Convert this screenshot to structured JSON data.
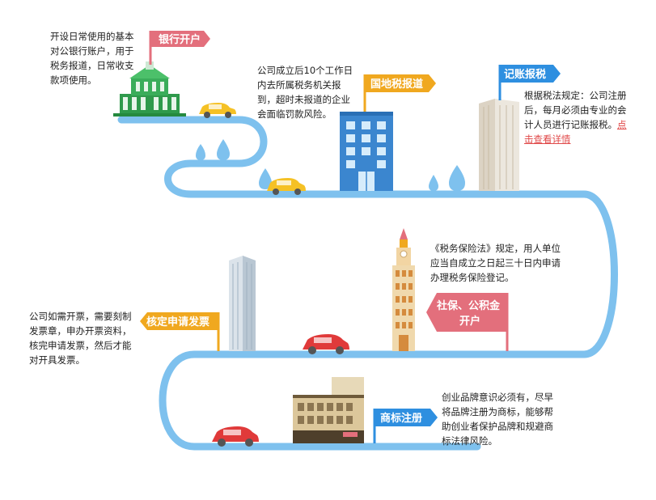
{
  "steps": [
    {
      "title": "银行开户",
      "desc": "开设日常使用的基本对公银行账户，用于税务报道，日常收支款项使用。"
    },
    {
      "title": "国地税报道",
      "desc": "公司成立后10个工作日内去所属税务机关报到，超时未报道的企业会面临罚款风险。"
    },
    {
      "title": "记账报税",
      "desc": "根据税法规定：公司注册后，每月必须由专业的会计人员进行记账报税。",
      "link": "点击查看详情"
    },
    {
      "title_line1": "社保、公积金",
      "title_line2": "开户",
      "desc": "《税务保险法》规定，用人单位应当自成立之日起三十日内申请办理税务保险登记。"
    },
    {
      "title": "核定申请发票",
      "desc": "公司如需开票，需要刻制发票章，申办开票资料，核完申请发票，然后才能对开具发票。"
    },
    {
      "title": "商标注册",
      "desc": "创业品牌意识必须有，尽早将品牌注册为商标，能够帮助创业者保护品牌和规避商标法律风险。"
    }
  ],
  "colors": {
    "road": "#7ec1ee",
    "flag_pink": "#e36f7c",
    "flag_orange": "#f0a81f",
    "flag_blue": "#2e8fe0",
    "car_yellow": "#f5c125",
    "car_red": "#e03a3a",
    "bank_green": "#2f9a4c"
  }
}
